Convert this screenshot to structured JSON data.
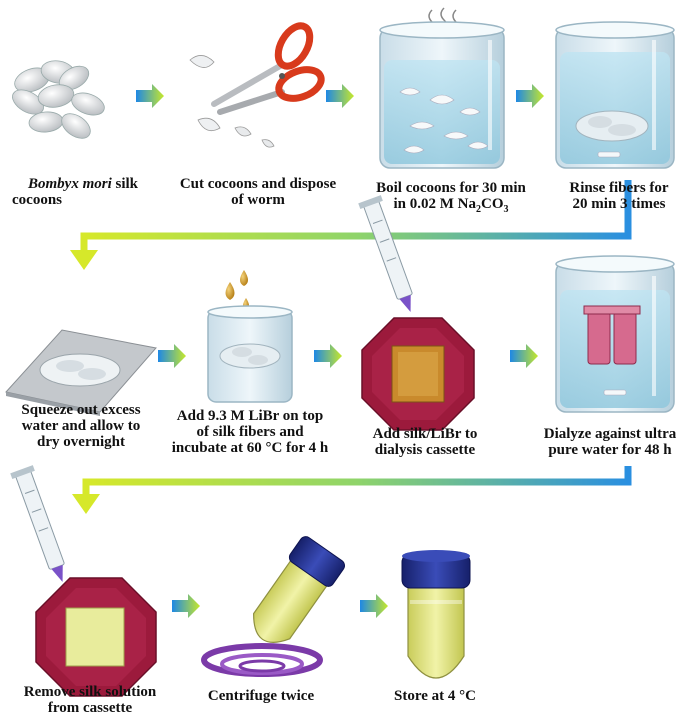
{
  "steps": [
    {
      "id": "cocoons",
      "lines": [
        "",
        "cocoons"
      ],
      "italic": "Bombyx mori",
      "rest": " silk"
    },
    {
      "id": "cut",
      "lines": [
        "Cut cocoons and dispose",
        "of worm"
      ]
    },
    {
      "id": "boil",
      "lines": [
        "Boil cocoons for 30 min",
        "in 0.02 M Na"
      ],
      "sub2": "2",
      "co": "CO",
      "sub3": "3"
    },
    {
      "id": "rinse",
      "lines": [
        "Rinse fibers for",
        "20 min 3 times"
      ]
    },
    {
      "id": "squeeze",
      "lines": [
        "Squeeze out excess",
        "water and allow to",
        "dry overnight"
      ]
    },
    {
      "id": "libr",
      "lines": [
        "Add 9.3 M LiBr on top",
        "of silk fibers and",
        "incubate at 60 °C for 4 h"
      ]
    },
    {
      "id": "cassette",
      "lines": [
        "Add silk/LiBr to",
        "dialysis cassette"
      ]
    },
    {
      "id": "dialyze",
      "lines": [
        "Dialyze against ultra",
        "pure water for 48 h"
      ]
    },
    {
      "id": "remove",
      "lines": [
        "Remove silk solution",
        "from cassette"
      ]
    },
    {
      "id": "centrifuge",
      "lines": [
        "Centrifuge twice"
      ]
    },
    {
      "id": "store",
      "lines": [
        "Store at 4 °C"
      ]
    }
  ],
  "colors": {
    "arrow_from": "#1e88e5",
    "arrow_to": "#c6e82a",
    "scissors": "#d83a1c",
    "cassette": "#9c1a3c",
    "cassette_window": "#c98a2c",
    "window_light": "#e8ec9c",
    "cap_blue": "#1f2f8e",
    "liquid": "#e4e68c",
    "librdrop": "#d19a22",
    "swirl": "#7b3aa8"
  },
  "icons": [
    "cocoon-icon",
    "scissors-icon",
    "beaker-icon",
    "syringe-icon",
    "cassette-icon",
    "tube-icon",
    "dropper-icon",
    "flow-arrow-icon"
  ]
}
